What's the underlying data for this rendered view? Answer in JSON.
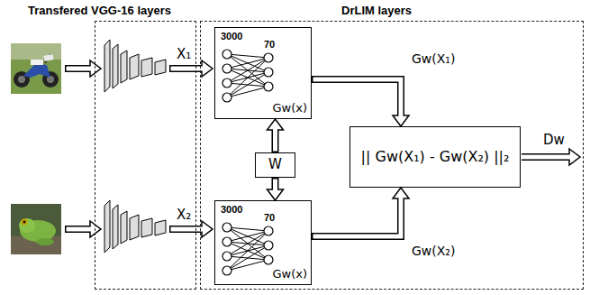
{
  "diagram": {
    "nodes": [
      {
        "text": [
          "Transfered VGG-16 layers"
        ]
      },
      {
        "text": [
          "DrLIM layers"
        ]
      },
      {
        "text": [
          "3000",
          "70",
          "Gᴡ(x)"
        ],
        "in": 1
      },
      {
        "text": [
          "W"
        ],
        "in": 1
      },
      {
        "text": [
          "3000",
          "70",
          "Gᴡ(x)"
        ],
        "in": 1
      },
      {
        "text": [
          "|| Gᴡ(X₁) - Gᴡ(X₂) ||₂"
        ],
        "in": 1
      }
    ],
    "edges": [
      {
        "from": 2,
        "to": 5,
        "label": "Gᴡ(X₁)",
        "arrow": "to"
      },
      {
        "from": 4,
        "to": 5,
        "label": "Gᴡ(X₂)",
        "arrow": "to"
      },
      {
        "from": 3,
        "to": 2,
        "arrow": "to"
      },
      {
        "from": 3,
        "to": 4,
        "arrow": "to"
      }
    ],
    "labels": [
      "X₁",
      "X₂",
      "Dᴡ"
    ]
  }
}
